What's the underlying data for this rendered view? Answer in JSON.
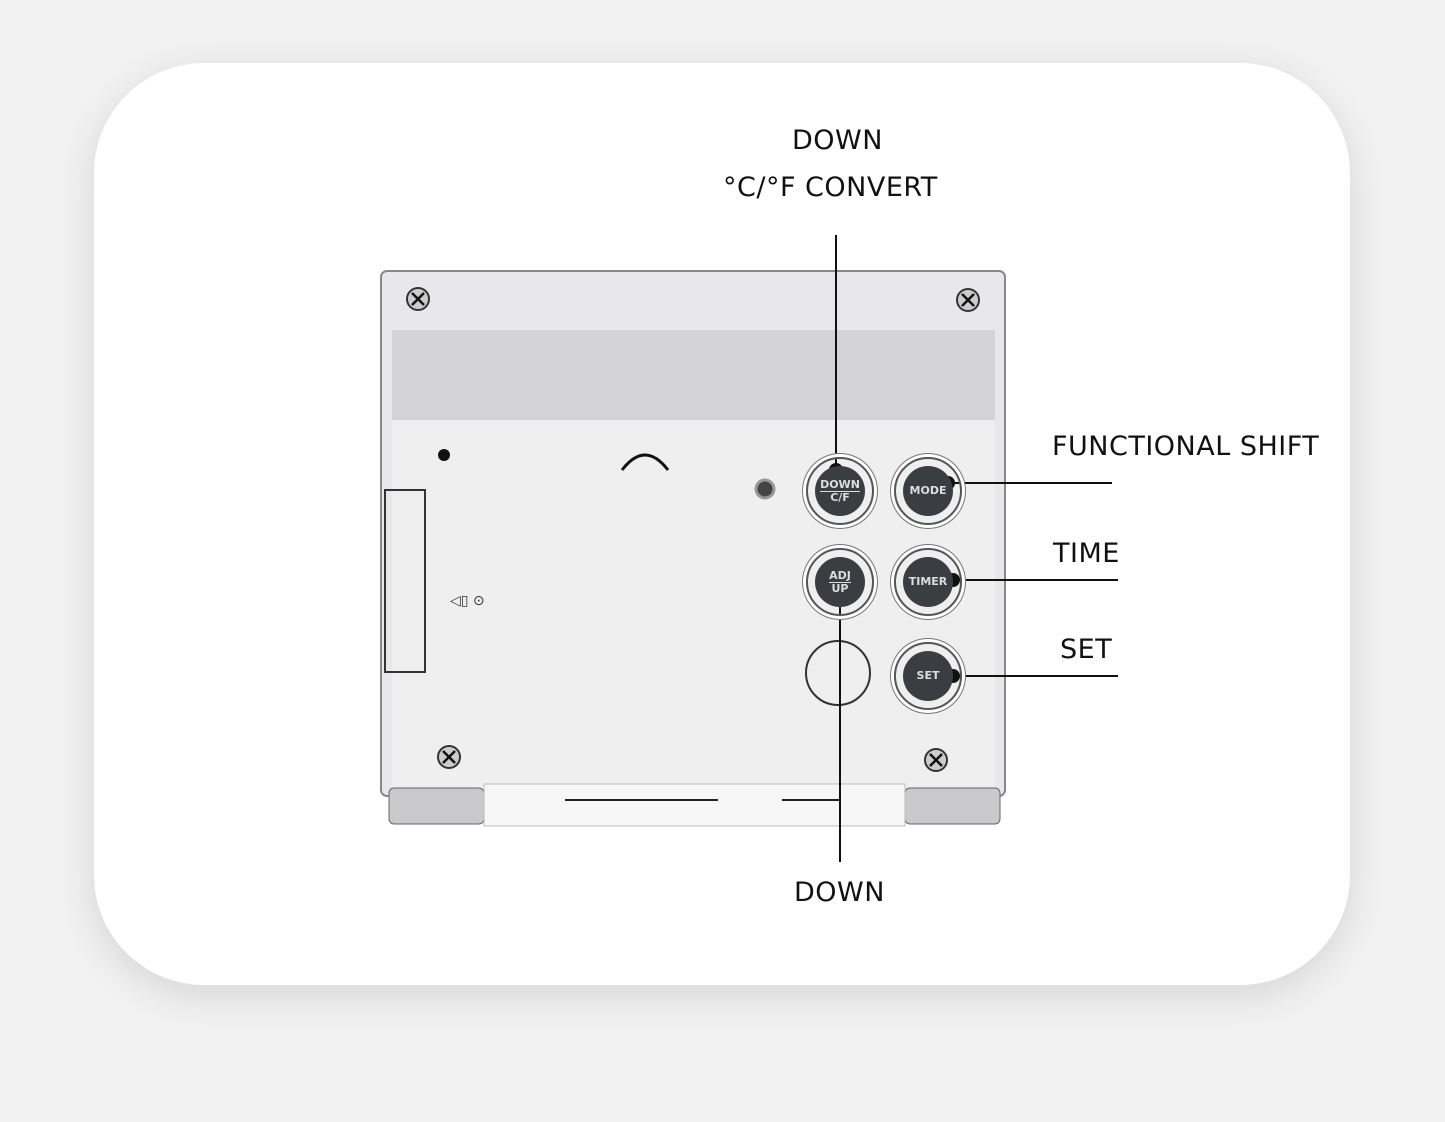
{
  "labels": {
    "down_top_line1": "DOWN",
    "down_top_line2": "°C/°F CONVERT",
    "functional_shift": "FUNCTIONAL SHIFT",
    "time": "TIME",
    "set": "SET",
    "down_bottom": "DOWN"
  },
  "buttons": {
    "down_cf": {
      "top": "DOWN",
      "bottom": "C/F"
    },
    "mode": "MODE",
    "adj_up": {
      "top": "ADJ",
      "bottom": "UP"
    },
    "timer": "TIMER",
    "set": "SET"
  }
}
